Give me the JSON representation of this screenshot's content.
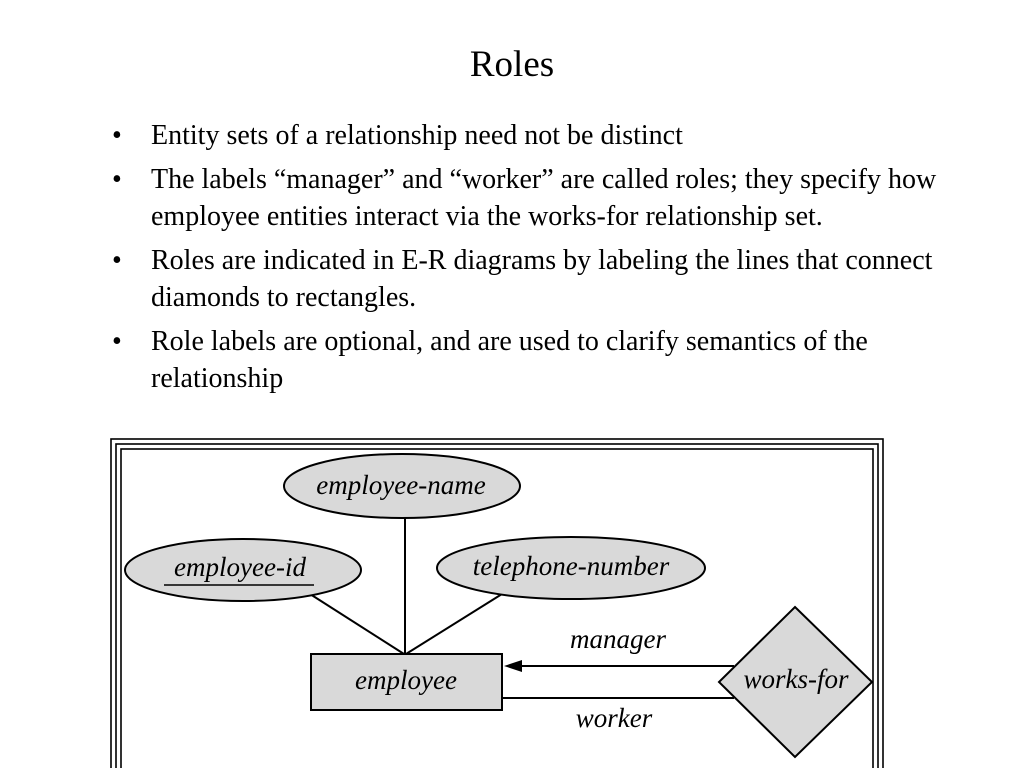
{
  "slide": {
    "title": "Roles",
    "bullets": [
      {
        "text": "Entity sets of a relationship need not be distinct"
      },
      {
        "text": "The labels “manager” and “worker” are called roles; they specify how employee entities interact via the works-for relationship set."
      },
      {
        "text": "Roles are indicated in E-R diagrams by labeling the lines that connect diamonds to rectangles."
      },
      {
        "text": "Role labels are optional, and are used to clarify semantics of the relationship"
      }
    ],
    "bullet_symbol": "•"
  },
  "diagram": {
    "attributes": {
      "employee_name": "employee-name",
      "employee_id": "employee-id",
      "telephone_number": "telephone-number"
    },
    "entity": "employee",
    "relationship": "works-for",
    "roles": {
      "manager": "manager",
      "worker": "worker"
    },
    "colors": {
      "fill": "#d9d9d9",
      "stroke": "#000000"
    }
  }
}
